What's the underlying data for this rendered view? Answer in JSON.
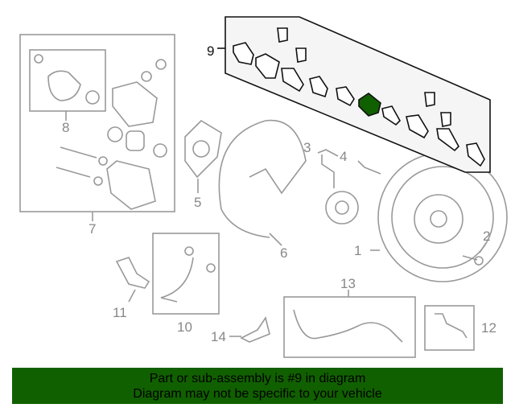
{
  "diagram": {
    "highlight_color": "#116000",
    "line_color": "#999999",
    "callouts": [
      {
        "id": "1",
        "label": "1"
      },
      {
        "id": "2",
        "label": "2"
      },
      {
        "id": "3",
        "label": "3"
      },
      {
        "id": "4",
        "label": "4"
      },
      {
        "id": "5",
        "label": "5"
      },
      {
        "id": "6",
        "label": "6"
      },
      {
        "id": "7",
        "label": "7"
      },
      {
        "id": "8",
        "label": "8"
      },
      {
        "id": "9",
        "label": "9"
      },
      {
        "id": "10",
        "label": "10"
      },
      {
        "id": "11",
        "label": "11"
      },
      {
        "id": "12",
        "label": "12"
      },
      {
        "id": "13",
        "label": "13"
      },
      {
        "id": "14",
        "label": "14"
      }
    ]
  },
  "banner": {
    "line1": "Part or sub-assembly is #9 in diagram",
    "line2": "Diagram may not be specific to your vehicle"
  }
}
